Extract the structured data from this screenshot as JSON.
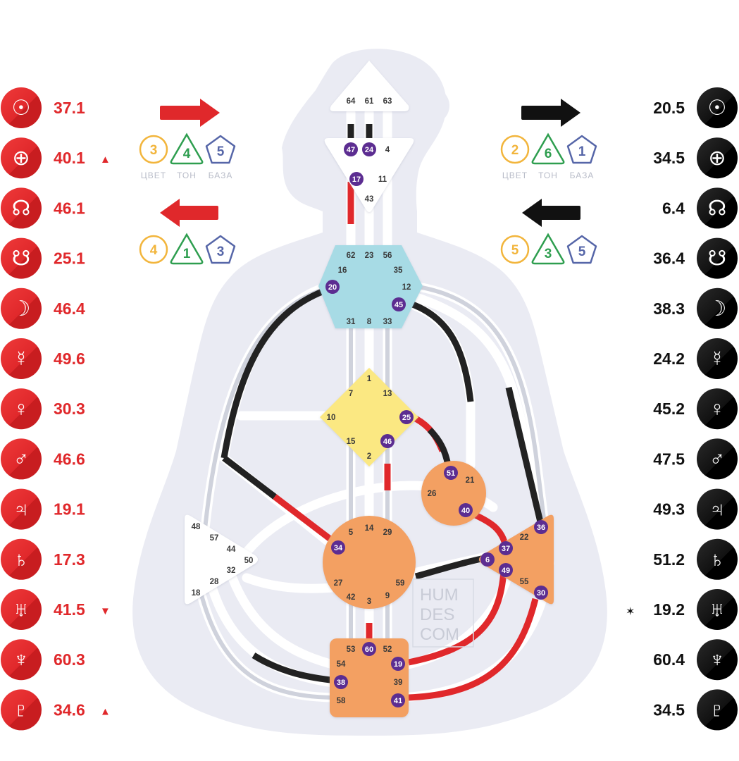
{
  "colors": {
    "design": "#e0282b",
    "personality": "#111111",
    "head_center": "#ffffff",
    "ajna_center": "#ffffff",
    "throat_center": "#a7dbe5",
    "g_center": "#fbe882",
    "ego_center": "#f3a062",
    "sacral_center": "#f3a062",
    "spleen_center": "#ffffff",
    "solar_plexus_center": "#f3a062",
    "root_center": "#f3a062",
    "active_gate": "#5c2d91",
    "color_badge": "#f2b53c",
    "tone_badge": "#2e9e4f",
    "base_badge": "#5666a8",
    "silhouette": "#eaebf3"
  },
  "design_column": [
    {
      "planet": "sun-icon",
      "glyph": "☉",
      "value": "37.1",
      "marker": ""
    },
    {
      "planet": "earth-icon",
      "glyph": "⊕",
      "value": "40.1",
      "marker": "▲"
    },
    {
      "planet": "north-node-icon",
      "glyph": "☊",
      "value": "46.1",
      "marker": ""
    },
    {
      "planet": "south-node-icon",
      "glyph": "☋",
      "value": "25.1",
      "marker": ""
    },
    {
      "planet": "moon-icon",
      "glyph": "☽",
      "value": "46.4",
      "marker": ""
    },
    {
      "planet": "mercury-icon",
      "glyph": "☿",
      "value": "49.6",
      "marker": ""
    },
    {
      "planet": "venus-icon",
      "glyph": "♀",
      "value": "30.3",
      "marker": ""
    },
    {
      "planet": "mars-icon",
      "glyph": "♂",
      "value": "46.6",
      "marker": ""
    },
    {
      "planet": "jupiter-icon",
      "glyph": "♃",
      "value": "19.1",
      "marker": ""
    },
    {
      "planet": "saturn-icon",
      "glyph": "♄",
      "value": "17.3",
      "marker": ""
    },
    {
      "planet": "uranus-icon",
      "glyph": "♅",
      "value": "41.5",
      "marker": "▼"
    },
    {
      "planet": "neptune-icon",
      "glyph": "♆",
      "value": "60.3",
      "marker": ""
    },
    {
      "planet": "pluto-icon",
      "glyph": "♇",
      "value": "34.6",
      "marker": "▲"
    }
  ],
  "personality_column": [
    {
      "planet": "sun-icon",
      "glyph": "☉",
      "value": "20.5",
      "marker": ""
    },
    {
      "planet": "earth-icon",
      "glyph": "⊕",
      "value": "34.5",
      "marker": ""
    },
    {
      "planet": "north-node-icon",
      "glyph": "☊",
      "value": "6.4",
      "marker": ""
    },
    {
      "planet": "south-node-icon",
      "glyph": "☋",
      "value": "36.4",
      "marker": ""
    },
    {
      "planet": "moon-icon",
      "glyph": "☽",
      "value": "38.3",
      "marker": ""
    },
    {
      "planet": "mercury-icon",
      "glyph": "☿",
      "value": "24.2",
      "marker": ""
    },
    {
      "planet": "venus-icon",
      "glyph": "♀",
      "value": "45.2",
      "marker": ""
    },
    {
      "planet": "mars-icon",
      "glyph": "♂",
      "value": "47.5",
      "marker": ""
    },
    {
      "planet": "jupiter-icon",
      "glyph": "♃",
      "value": "49.3",
      "marker": ""
    },
    {
      "planet": "saturn-icon",
      "glyph": "♄",
      "value": "51.2",
      "marker": ""
    },
    {
      "planet": "uranus-icon",
      "glyph": "♅",
      "value": "19.2",
      "marker": "✶"
    },
    {
      "planet": "neptune-icon",
      "glyph": "♆",
      "value": "60.4",
      "marker": ""
    },
    {
      "planet": "pluto-icon",
      "glyph": "♇",
      "value": "34.5",
      "marker": ""
    }
  ],
  "variables": {
    "labels": {
      "color": "ЦВЕТ",
      "tone": "ТОН",
      "base": "БАЗА"
    },
    "design_top": {
      "color": "3",
      "tone": "4",
      "base": "5"
    },
    "design_bottom": {
      "color": "4",
      "tone": "1",
      "base": "3"
    },
    "personality_top": {
      "color": "2",
      "tone": "6",
      "base": "1"
    },
    "personality_bottom": {
      "color": "5",
      "tone": "3",
      "base": "5"
    }
  },
  "gates": {
    "head": [
      "64",
      "61",
      "63"
    ],
    "ajna": [
      "47",
      "24",
      "4",
      "17",
      "11",
      "43"
    ],
    "throat": [
      "62",
      "23",
      "56",
      "16",
      "35",
      "20",
      "12",
      "45",
      "31",
      "8",
      "33"
    ],
    "g": [
      "1",
      "7",
      "13",
      "10",
      "25",
      "15",
      "46",
      "2"
    ],
    "ego": [
      "51",
      "21",
      "26",
      "40"
    ],
    "sacral": [
      "5",
      "14",
      "29",
      "34",
      "27",
      "59",
      "42",
      "3",
      "9"
    ],
    "spleen": [
      "48",
      "57",
      "44",
      "50",
      "32",
      "28",
      "18"
    ],
    "solar_plexus": [
      "36",
      "22",
      "37",
      "6",
      "49",
      "55",
      "30"
    ],
    "root": [
      "53",
      "60",
      "52",
      "54",
      "19",
      "38",
      "39",
      "58",
      "41"
    ],
    "active": [
      "47",
      "24",
      "17",
      "20",
      "45",
      "25",
      "46",
      "51",
      "40",
      "34",
      "36",
      "37",
      "6",
      "49",
      "30",
      "60",
      "19",
      "38",
      "41"
    ]
  },
  "watermark": [
    "HUM",
    "DES",
    "COM"
  ]
}
